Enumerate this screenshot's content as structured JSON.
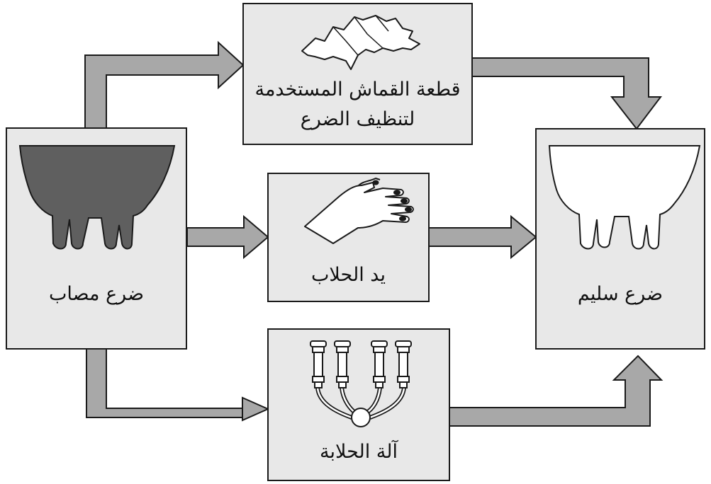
{
  "labels": {
    "infected_udder": "ضرع مصاب",
    "cloth": "قطعة القماش المستخدمة",
    "cloth_line2": "لتنظيف الضرع",
    "milker_hand": "يد الحلاب",
    "milking_machine": "آلة الحلابة",
    "healthy_udder": "ضرع سليم"
  },
  "colors": {
    "box_fill": "#e8e8e8",
    "box_stroke": "#1a1a1a",
    "arrow_fill": "#a8a8a8",
    "infected_udder": "#5f5f5f",
    "healthy_udder": "#ffffff"
  },
  "icons": {
    "infected": "infected-udder-icon",
    "cloth": "cloth-icon",
    "hand": "hand-icon",
    "machine": "milking-machine-icon",
    "healthy": "healthy-udder-icon"
  }
}
